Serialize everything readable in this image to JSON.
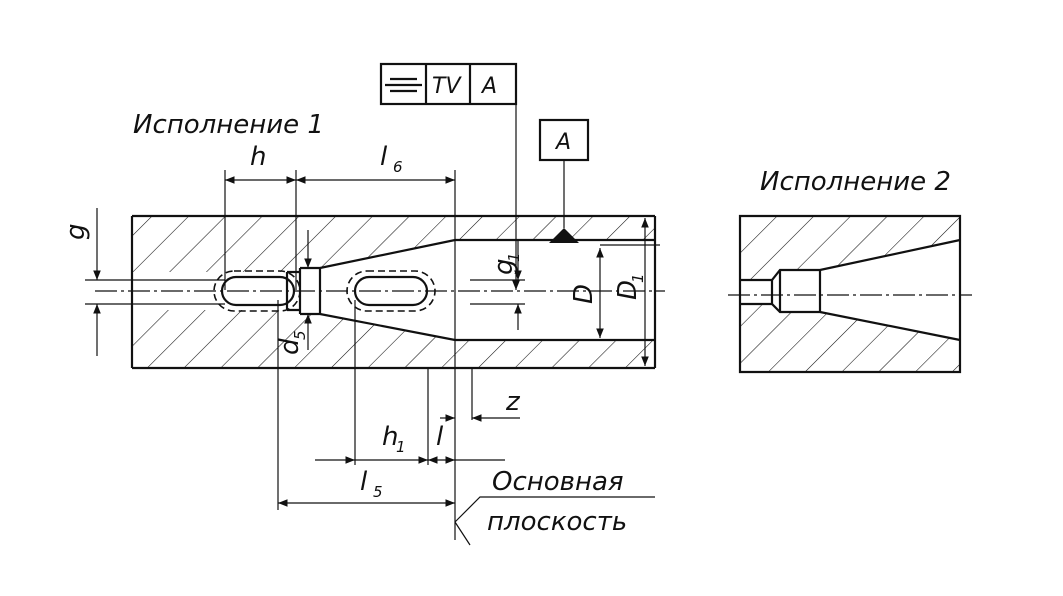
{
  "title_variant_1": "Исполнение 1",
  "title_variant_2": "Исполнение 2",
  "frame": {
    "symbol": "⌯",
    "tolerance": "TV",
    "datum": "A"
  },
  "datum_box": "A",
  "dims": {
    "h": "h",
    "l6": "l",
    "l6_sub": "6",
    "g": "g",
    "g1": "g",
    "g1_sub": "1",
    "D": "D",
    "D1": "D",
    "D1_sub": "1",
    "d5": "d",
    "d5_sub": "5",
    "z": "z",
    "h1": "h",
    "h1_sub": "1",
    "l": "l",
    "l5": "l",
    "l5_sub": "5"
  },
  "leader": {
    "line1": "Основная",
    "line2": "плоскость"
  }
}
